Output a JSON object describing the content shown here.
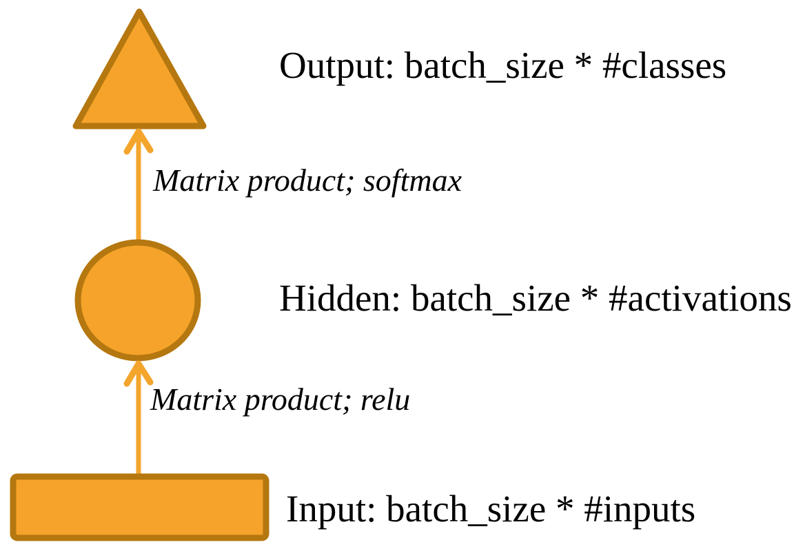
{
  "diagram": {
    "nodes": [
      {
        "id": "output",
        "shape": "triangle",
        "label": "Output: batch_size * #classes"
      },
      {
        "id": "hidden",
        "shape": "circle",
        "label": "Hidden: batch_size * #activations"
      },
      {
        "id": "input",
        "shape": "rectangle",
        "label": "Input: batch_size * #inputs"
      }
    ],
    "edges": [
      {
        "from": "hidden",
        "to": "output",
        "label": "Matrix product; softmax"
      },
      {
        "from": "input",
        "to": "hidden",
        "label": "Matrix product; relu"
      }
    ],
    "colors": {
      "shape_fill": "#F5A32A",
      "shape_border": "#B5770F",
      "arrow": "#F4A52C",
      "text": "#000000",
      "background": "#FFFFFF"
    }
  }
}
